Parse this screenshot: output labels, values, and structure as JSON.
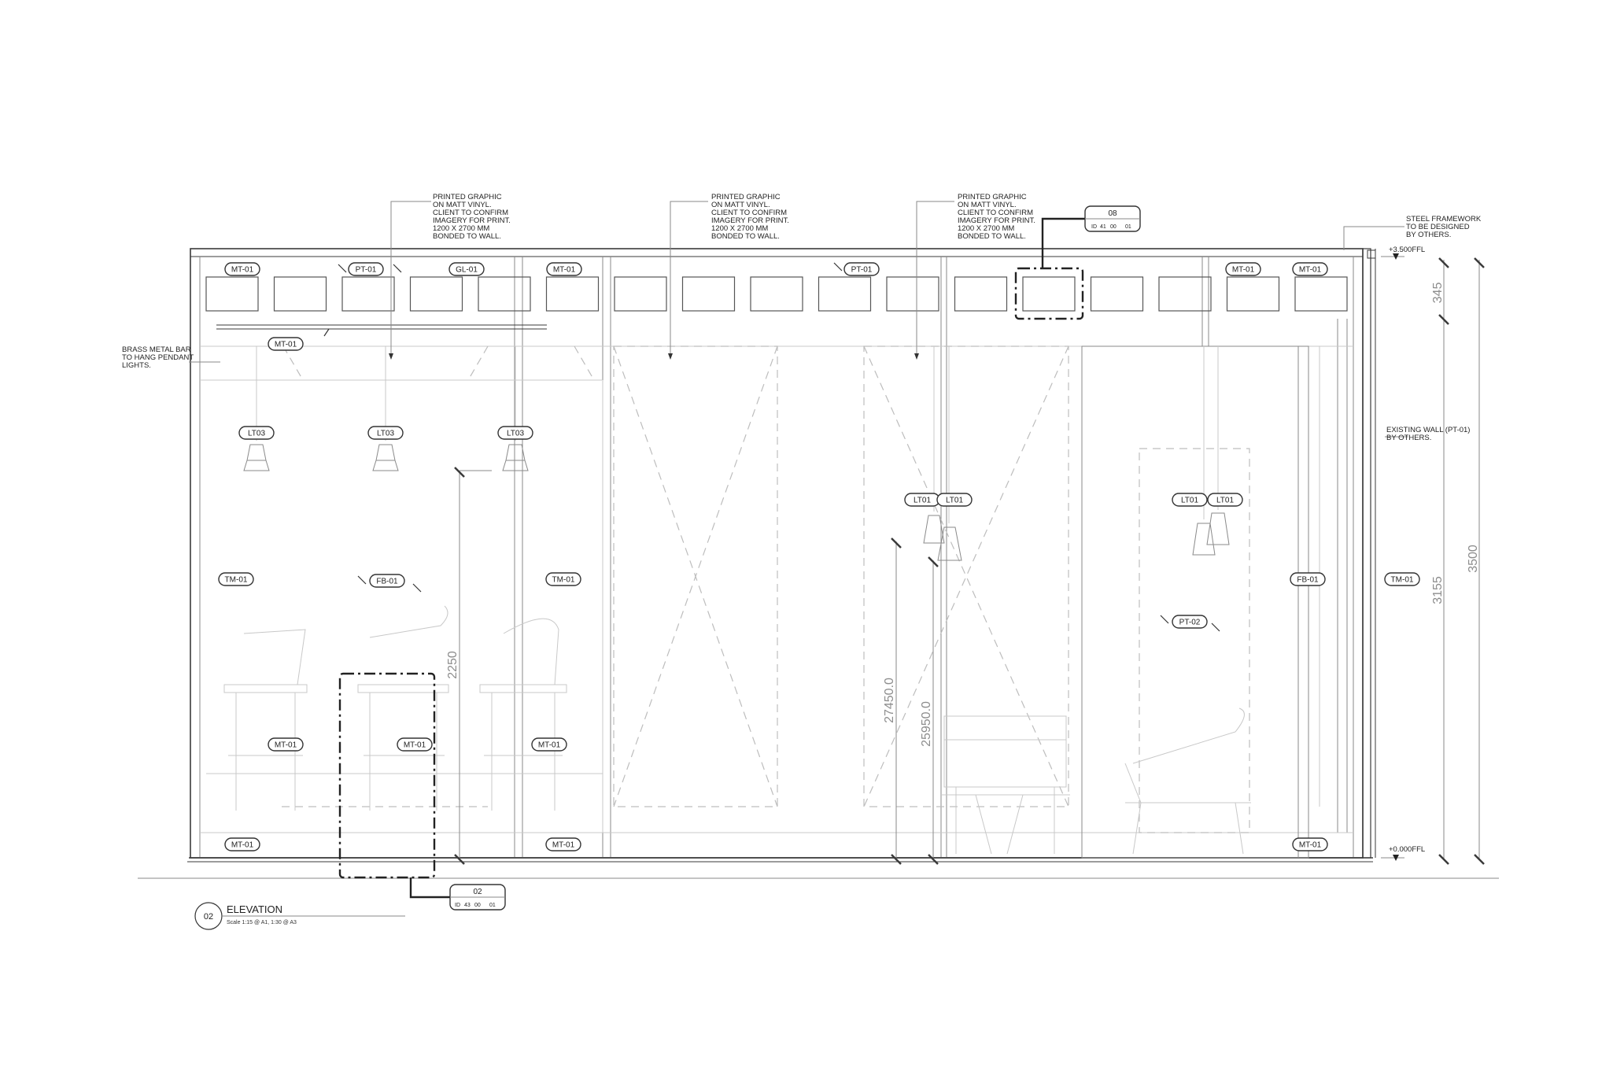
{
  "notes": {
    "graphic_1": [
      "PRINTED GRAPHIC",
      "ON MATT VINYL.",
      "CLIENT TO CONFIRM",
      "IMAGERY FOR PRINT.",
      "1200 X 2700 MM",
      "BONDED TO WALL."
    ],
    "graphic_2": [
      "PRINTED GRAPHIC",
      "ON MATT VINYL.",
      "CLIENT TO CONFIRM",
      "IMAGERY FOR PRINT.",
      "1200 X 2700 MM",
      "BONDED TO WALL."
    ],
    "graphic_3": [
      "PRINTED GRAPHIC",
      "ON MATT VINYL.",
      "CLIENT TO CONFIRM",
      "IMAGERY FOR PRINT.",
      "1200 X 2700 MM",
      "BONDED TO WALL."
    ],
    "steel": [
      "STEEL FRAMEWORK",
      "TO BE DESIGNED",
      "BY OTHERS."
    ],
    "brass": [
      "BRASS METAL BAR",
      "TO HANG PENDANT",
      "LIGHTS."
    ],
    "existing_wall": [
      "EXISTING WALL (PT-01)",
      "BY OTHERS."
    ]
  },
  "levels": {
    "top": "+3.500FFL",
    "bottom": "+0.000FFL"
  },
  "dimensions": {
    "d345": "345",
    "d3155": "3155",
    "d3500": "3500",
    "d2250": "2250",
    "d27450": "27450.0",
    "d25950": "25950.0"
  },
  "tags": {
    "top_row": [
      "MT-01",
      "PT-01",
      "GL-01",
      "MT-01",
      "PT-01",
      "MT-01",
      "MT-01"
    ],
    "brass_bar": "MT-01",
    "lights_left": [
      "LT03",
      "LT03",
      "LT03"
    ],
    "lights_mid": [
      "LT01",
      "LT01"
    ],
    "lights_right": [
      "LT01",
      "LT01"
    ],
    "tm_left": "TM-01",
    "fb_left": "FB-01",
    "tm_mid": "TM-01",
    "fb_right": "FB-01",
    "tm_right": "TM-01",
    "pt02": "PT-02",
    "mid_row": [
      "MT-01",
      "MT-01",
      "MT-01"
    ],
    "bottom_row": [
      "MT-01",
      "MT-01",
      "MT-01"
    ]
  },
  "callout_08": {
    "number": "08",
    "refs": [
      "ID",
      "41",
      "00",
      "01"
    ]
  },
  "callout_02": {
    "number": "02",
    "refs": [
      "ID",
      "43",
      "00",
      "01"
    ]
  },
  "title_block": {
    "number": "02",
    "title": "ELEVATION",
    "scale": "Scale 1:15 @ A1, 1:30 @ A3"
  }
}
